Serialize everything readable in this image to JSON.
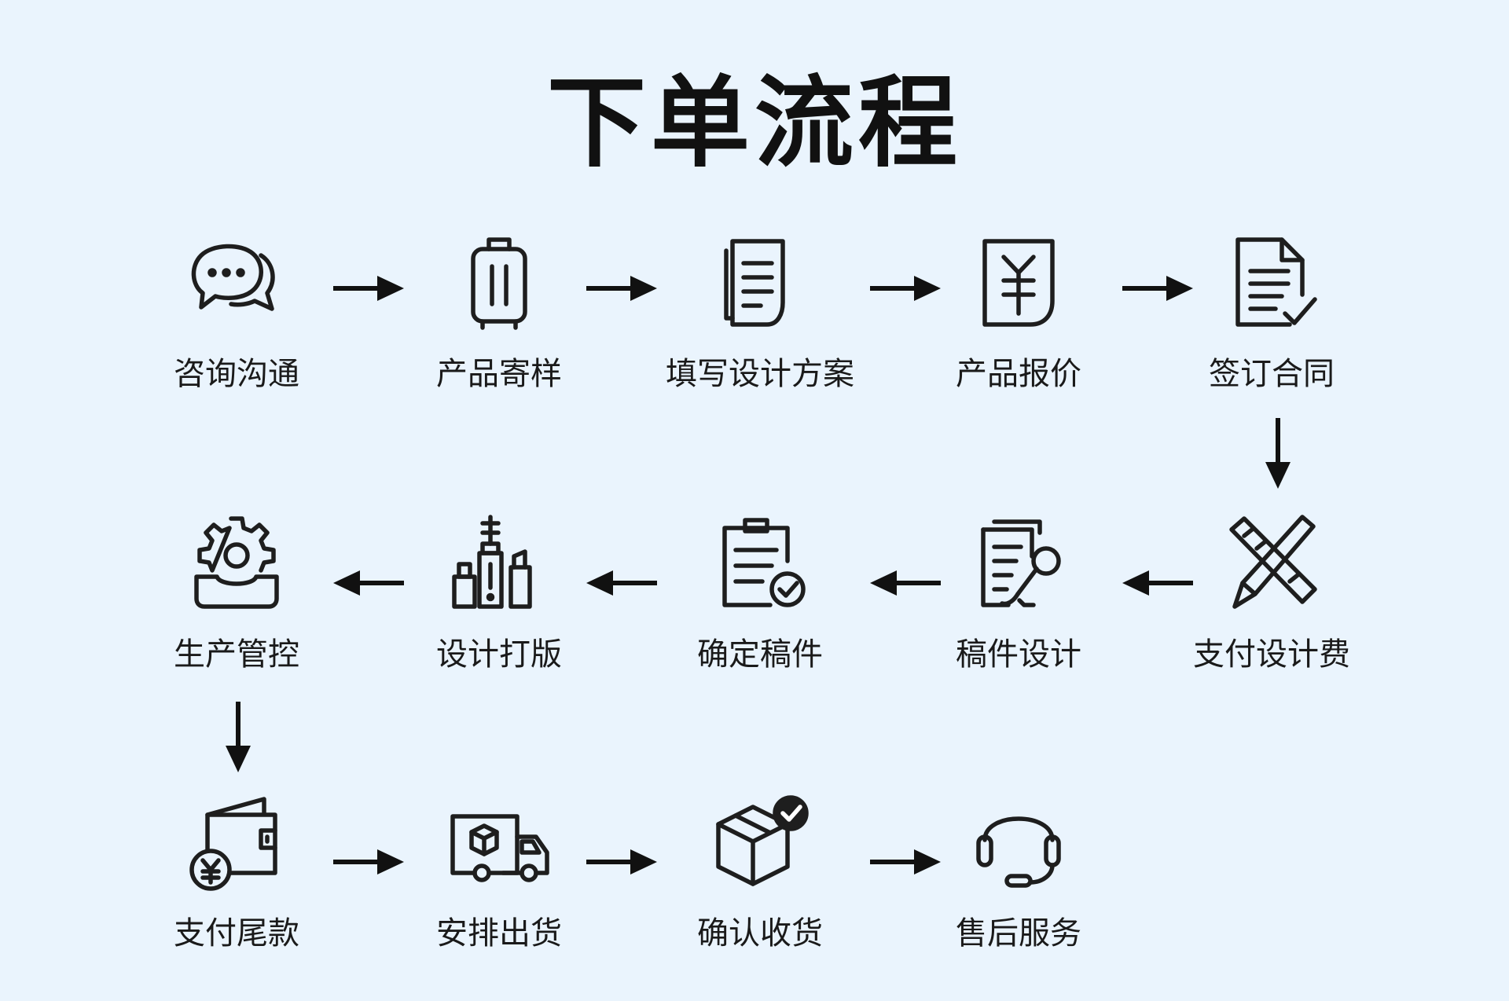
{
  "title": "下单流程",
  "steps": [
    {
      "label": "咨询沟通",
      "icon": "chat-bubbles-icon"
    },
    {
      "label": "产品寄样",
      "icon": "suitcase-icon"
    },
    {
      "label": "填写设计方案",
      "icon": "documents-icon"
    },
    {
      "label": "产品报价",
      "icon": "yuan-document-icon"
    },
    {
      "label": "签订合同",
      "icon": "signed-document-icon"
    },
    {
      "label": "支付设计费",
      "icon": "pencil-ruler-icon"
    },
    {
      "label": "稿件设计",
      "icon": "document-microphone-icon"
    },
    {
      "label": "确定稿件",
      "icon": "clipboard-check-icon"
    },
    {
      "label": "设计打版",
      "icon": "cosmetic-samples-icon"
    },
    {
      "label": "生产管控",
      "icon": "gear-tray-icon"
    },
    {
      "label": "支付尾款",
      "icon": "wallet-yuan-icon"
    },
    {
      "label": "安排出货",
      "icon": "delivery-truck-icon"
    },
    {
      "label": "确认收货",
      "icon": "box-check-icon"
    },
    {
      "label": "售后服务",
      "icon": "headset-icon"
    }
  ],
  "colors": {
    "background": "#eaf4fd",
    "ink": "#1e1e1e"
  }
}
